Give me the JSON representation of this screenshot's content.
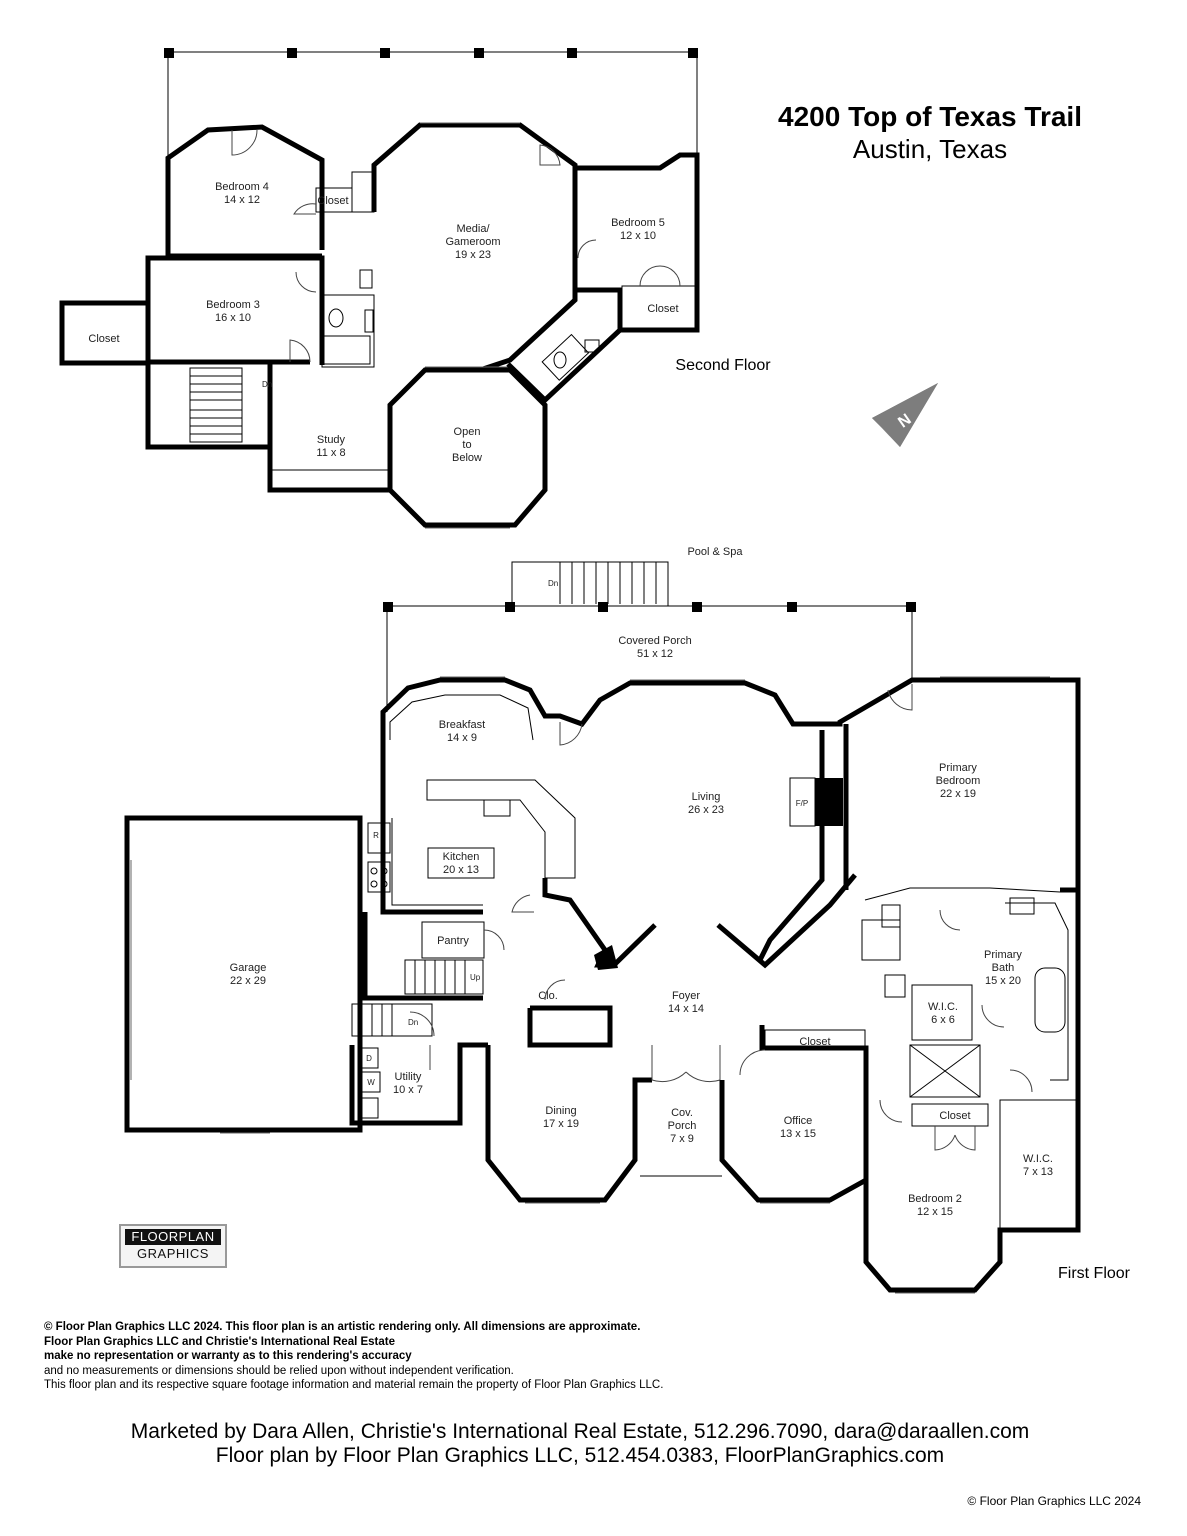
{
  "title": {
    "address": "4200 Top of Texas Trail",
    "city": "Austin, Texas"
  },
  "second_floor": {
    "label": "Second Floor",
    "rooms": {
      "bedroom4": {
        "name": "Bedroom 4",
        "size": "14 x 12"
      },
      "bedroom4_closet": "Closet",
      "media": {
        "name1": "Media/",
        "name2": "Gameroom",
        "size": "19 x 23"
      },
      "bedroom5": {
        "name": "Bedroom 5",
        "size": "12 x 10"
      },
      "bedroom5_closet": "Closet",
      "bedroom3": {
        "name": "Bedroom 3",
        "size": "16 x 10"
      },
      "bedroom3_closet": "Closet",
      "study": {
        "name": "Study",
        "size": "11 x 8"
      },
      "open_below": {
        "l1": "Open",
        "l2": "to",
        "l3": "Below"
      },
      "stair_dn": "Dn"
    }
  },
  "first_floor": {
    "label": "First Floor",
    "rooms": {
      "pool": "Pool & Spa",
      "pool_dn": "Dn",
      "covered_porch": {
        "name": "Covered Porch",
        "size": "51 x 12"
      },
      "breakfast": {
        "name": "Breakfast",
        "size": "14 x 9"
      },
      "living": {
        "name": "Living",
        "size": "26 x 23"
      },
      "fireplace": "F/P",
      "primary_bedroom": {
        "name1": "Primary",
        "name2": "Bedroom",
        "size": "22 x 19"
      },
      "kitchen": {
        "name": "Kitchen",
        "size": "20 x 13"
      },
      "fridge": "R",
      "garage": {
        "name": "Garage",
        "size": "22 x 29"
      },
      "pantry": "Pantry",
      "up": "Up",
      "dn": "Dn",
      "closet_small": "Clo.",
      "foyer": {
        "name": "Foyer",
        "size": "14 x 14"
      },
      "primary_bath": {
        "name1": "Primary",
        "name2": "Bath",
        "size": "15 x 20"
      },
      "wic_small": {
        "name": "W.I.C.",
        "size": "6 x 6"
      },
      "utility": {
        "name": "Utility",
        "size": "10 x 7"
      },
      "washer": "W",
      "dryer": "D",
      "dining": {
        "name": "Dining",
        "size": "17 x 19"
      },
      "cov_porch": {
        "name1": "Cov.",
        "name2": "Porch",
        "size": "7 x 9"
      },
      "office": {
        "name": "Office",
        "size": "13 x 15"
      },
      "office_closet": "Closet",
      "bed2_closet": "Closet",
      "wic_large": {
        "name": "W.I.C.",
        "size": "7 x 13"
      },
      "bedroom2": {
        "name": "Bedroom 2",
        "size": "12 x 15"
      }
    }
  },
  "compass": {
    "letter": "N"
  },
  "logo": {
    "line1": "FLOORPLAN",
    "line2": "GRAPHICS"
  },
  "disclaimer": {
    "line1": "© Floor Plan Graphics LLC 2024. This floor plan is an artistic rendering only. All dimensions are approximate.",
    "line2": "Floor Plan Graphics LLC and Christie's International Real Estate",
    "line3": "make no representation or warranty as to this rendering's accuracy",
    "line4": "and no measurements or dimensions should be relied upon without independent verification.",
    "line5": "This floor plan and its respective square footage information and material remain the property of Floor Plan Graphics LLC."
  },
  "footer": {
    "line1": "Marketed by Dara Allen, Christie's International Real Estate, 512.296.7090, dara@daraallen.com",
    "line2": "Floor plan by Floor Plan Graphics LLC, 512.454.0383, FloorPlanGraphics.com"
  },
  "copyright": "© Floor Plan Graphics LLC 2024"
}
